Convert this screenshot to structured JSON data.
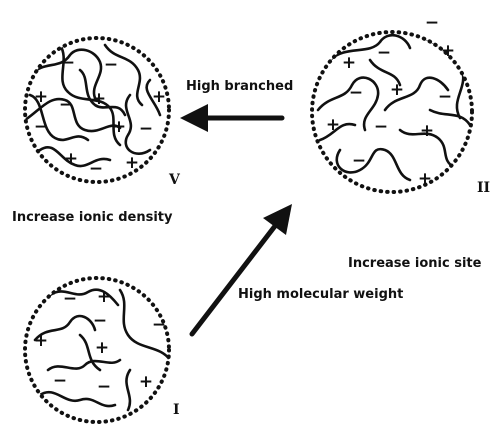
{
  "labels": {
    "high_branched": "High branched",
    "increase_ionic_density": "Increase ionic density",
    "increase_ionic_site": "Increase ionic site",
    "high_molecular_weight": "High molecular weight"
  },
  "states": {
    "state_i": "I",
    "state_ii": "II",
    "state_v": "V"
  },
  "charge_symbols": {
    "positive": "+",
    "negative": "−"
  },
  "colors": {
    "ink": "#111111",
    "background": "#ffffff"
  }
}
